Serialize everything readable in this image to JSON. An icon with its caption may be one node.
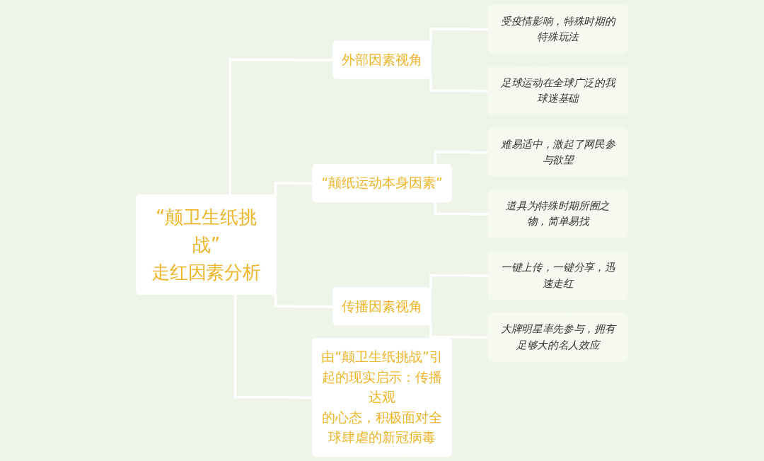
{
  "diagram": {
    "nodes": [
      {
        "text": [
          "“颠卫生纸挑战”走红因素分析"
        ]
      },
      {
        "text": [
          "外部因素视角"
        ]
      },
      {
        "text": [
          "受疫情影响，特殊时期的特殊玩法"
        ]
      },
      {
        "text": [
          "足球运动在全球广泛的我球迷基础"
        ]
      },
      {
        "text": [
          "“颠纸运动本身因素”"
        ]
      },
      {
        "text": [
          "难易适中，激起了网民参与欲望"
        ]
      },
      {
        "text": [
          "道具为特殊时期所囿之物，简单易找"
        ]
      },
      {
        "text": [
          "传播因素视角"
        ]
      },
      {
        "text": [
          "一键上传，一键分享，迅速走红"
        ]
      },
      {
        "text": [
          "大牌明星率先参与，拥有足够大的名人效应"
        ]
      },
      {
        "text": [
          "由“颠卫生纸挑战”引起的现实启示：传播达观的心态，积极面对全球肆虐的新冠病毒"
        ]
      }
    ],
    "edges": [
      {
        "from": 0,
        "to": 1,
        "arrow": "none"
      },
      {
        "from": 0,
        "to": 4,
        "arrow": "none"
      },
      {
        "from": 0,
        "to": 7,
        "arrow": "none"
      },
      {
        "from": 0,
        "to": 10,
        "arrow": "none"
      },
      {
        "from": 1,
        "to": 2,
        "arrow": "none"
      },
      {
        "from": 1,
        "to": 3,
        "arrow": "none"
      },
      {
        "from": 4,
        "to": 5,
        "arrow": "none"
      },
      {
        "from": 4,
        "to": 6,
        "arrow": "none"
      },
      {
        "from": 7,
        "to": 8,
        "arrow": "none"
      },
      {
        "from": 7,
        "to": 9,
        "arrow": "none"
      }
    ]
  }
}
